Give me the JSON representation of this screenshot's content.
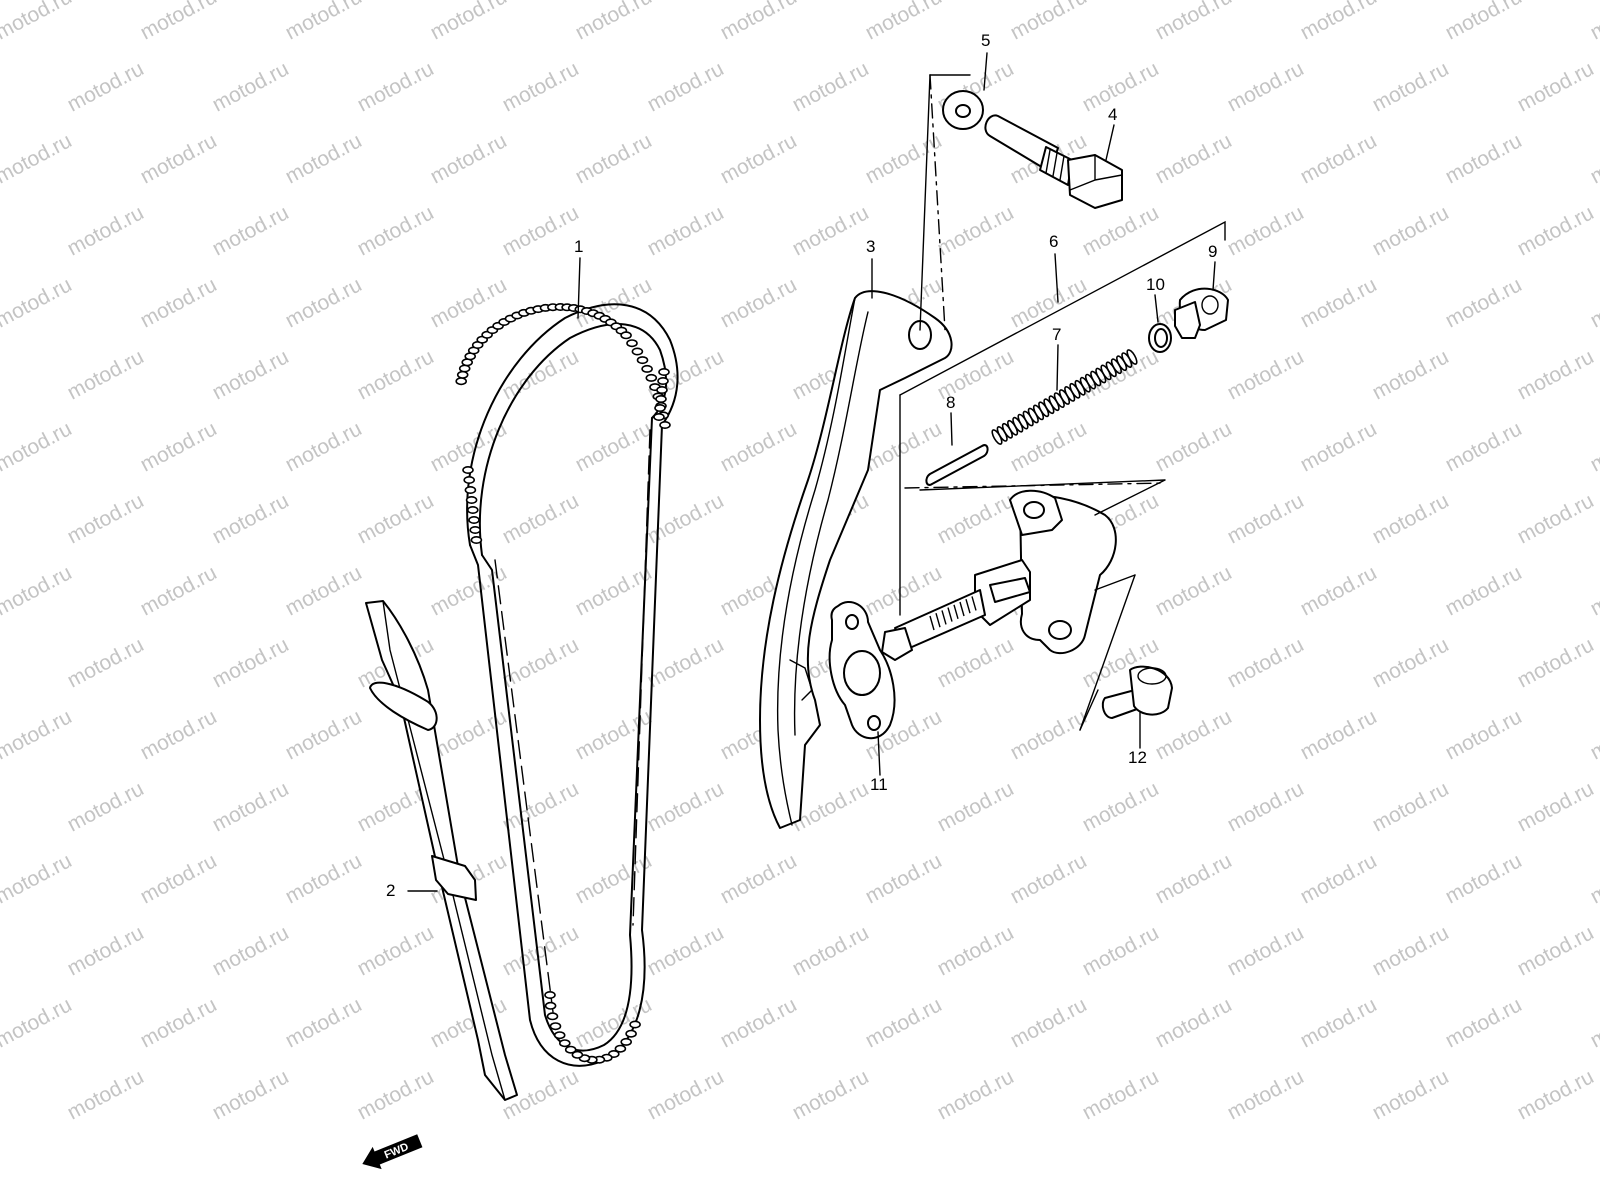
{
  "watermark": {
    "text": "motod.ru",
    "color": "#c4c4c4"
  },
  "callouts": [
    {
      "id": "chain",
      "number": "1"
    },
    {
      "id": "guide-front",
      "number": "2"
    },
    {
      "id": "tensioner-guide",
      "number": "3"
    },
    {
      "id": "bolt",
      "number": "4"
    },
    {
      "id": "washer",
      "number": "5"
    },
    {
      "id": "tensioner-set",
      "number": "6"
    },
    {
      "id": "spring",
      "number": "7"
    },
    {
      "id": "pin",
      "number": "8"
    },
    {
      "id": "plug",
      "number": "9"
    },
    {
      "id": "o-ring",
      "number": "10"
    },
    {
      "id": "gasket",
      "number": "11"
    },
    {
      "id": "tensioner-bolt",
      "number": "12"
    }
  ],
  "direction_badge": {
    "text": "FWD",
    "icon": "arrow-left-icon"
  }
}
